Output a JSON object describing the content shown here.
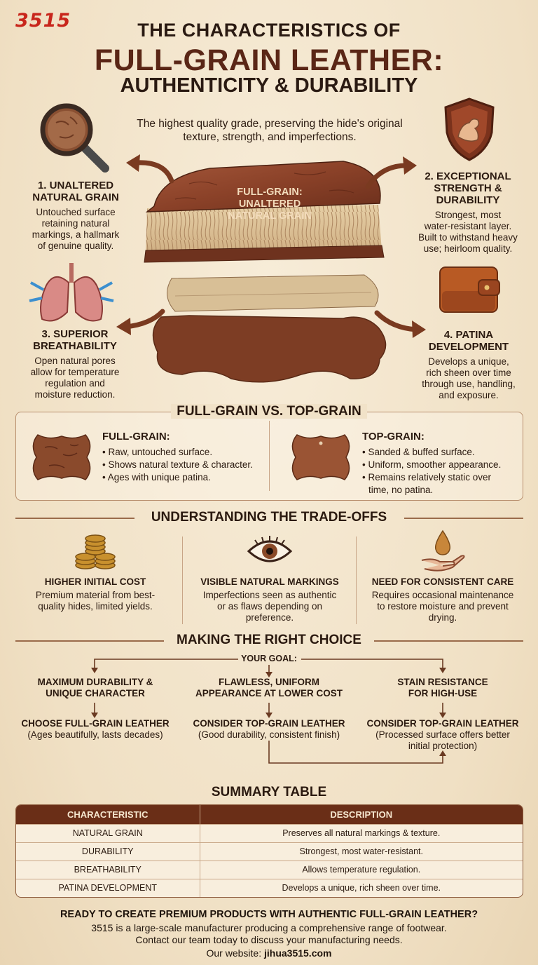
{
  "logo": "3515",
  "title": {
    "line1": "THE CHARACTERISTICS OF",
    "line2": "FULL-GRAIN LEATHER:",
    "line3": "AUTHENTICITY & DURABILITY"
  },
  "intro": "The highest quality grade, preserving the hide's original texture, strength, and imperfections.",
  "hero_label": [
    "FULL-GRAIN:",
    "UNALTERED",
    "NATURAL GRAIN"
  ],
  "features": [
    {
      "title": [
        "1. UNALTERED",
        "NATURAL GRAIN"
      ],
      "body": [
        "Untouched surface",
        "retaining natural",
        "markings, a hallmark",
        "of genuine quality."
      ],
      "icon": "magnifier-icon"
    },
    {
      "title": [
        "2. EXCEPTIONAL",
        "STRENGTH &",
        "DURABILITY"
      ],
      "body": [
        "Strongest, most",
        "water-resistant layer.",
        "Built to withstand heavy",
        "use; heirloom quality."
      ],
      "icon": "shield-arm-icon"
    },
    {
      "title": [
        "3. SUPERIOR",
        "BREATHABILITY"
      ],
      "body": [
        "Open natural pores",
        "allow for temperature",
        "regulation and",
        "moisture reduction."
      ],
      "icon": "lungs-icon"
    },
    {
      "title": [
        "4. PATINA",
        "DEVELOPMENT"
      ],
      "body": [
        "Develops a unique,",
        "rich sheen over time",
        "through use, handling,",
        "and exposure."
      ],
      "icon": "wallet-icon"
    }
  ],
  "comparison": {
    "title": "FULL-GRAIN VS. TOP-GRAIN",
    "full": {
      "heading": "FULL-GRAIN:",
      "items": [
        "• Raw, untouched surface.",
        "• Shows natural texture & character.",
        "• Ages with unique patina."
      ]
    },
    "top": {
      "heading": "TOP-GRAIN:",
      "items": [
        "• Sanded & buffed surface.",
        "• Uniform, smoother appearance.",
        "• Remains relatively static over",
        "  time, no patina."
      ]
    }
  },
  "tradeoffs": {
    "title": "UNDERSTANDING THE TRADE-OFFS",
    "items": [
      {
        "heading": "HIGHER INITIAL COST",
        "body": [
          "Premium material from best-",
          "quality hides, limited yields."
        ],
        "icon": "coins-icon"
      },
      {
        "heading": "VISIBLE NATURAL MARKINGS",
        "body": [
          "Imperfections seen as authentic",
          "or as flaws depending on",
          "preference."
        ],
        "icon": "eye-icon"
      },
      {
        "heading": "NEED FOR CONSISTENT CARE",
        "body": [
          "Requires occasional maintenance",
          "to restore moisture and prevent",
          "drying."
        ],
        "icon": "care-drop-icon"
      }
    ]
  },
  "choice": {
    "title": "MAKING THE RIGHT CHOICE",
    "goal": "YOUR GOAL:",
    "options": [
      {
        "goal": [
          "MAXIMUM DURABILITY &",
          "UNIQUE CHARACTER"
        ],
        "result": "CHOOSE FULL-GRAIN LEATHER",
        "note": [
          "(Ages beautifully, lasts decades)"
        ]
      },
      {
        "goal": [
          "FLAWLESS, UNIFORM",
          "APPEARANCE AT LOWER COST"
        ],
        "result": "CONSIDER TOP-GRAIN LEATHER",
        "note": [
          "(Good durability, consistent finish)"
        ]
      },
      {
        "goal": [
          "STAIN RESISTANCE",
          "FOR HIGH-USE"
        ],
        "result": "CONSIDER TOP-GRAIN LEATHER",
        "note": [
          "(Processed surface offers better",
          "initial protection)"
        ]
      }
    ]
  },
  "summary": {
    "title": "SUMMARY TABLE",
    "headers": [
      "CHARACTERISTIC",
      "DESCRIPTION"
    ],
    "rows": [
      [
        "NATURAL GRAIN",
        "Preserves all natural markings & texture."
      ],
      [
        "DURABILITY",
        "Strongest, most water-resistant."
      ],
      [
        "BREATHABILITY",
        "Allows temperature regulation."
      ],
      [
        "PATINA DEVELOPMENT",
        "Develops a unique, rich sheen over time."
      ]
    ]
  },
  "cta": {
    "heading": "READY TO CREATE PREMIUM PRODUCTS WITH AUTHENTIC FULL-GRAIN LEATHER?",
    "line1": "3515 is a large-scale manufacturer producing a comprehensive range of footwear.",
    "line2": "Contact our team today to discuss your manufacturing needs.",
    "website_label": "Our website: ",
    "website": "jihua3515.com"
  },
  "colors": {
    "brown_dark": "#5a2616",
    "brown_header": "#6a2e17",
    "logo_red": "#c8261c",
    "background": "#f3e6cf"
  }
}
